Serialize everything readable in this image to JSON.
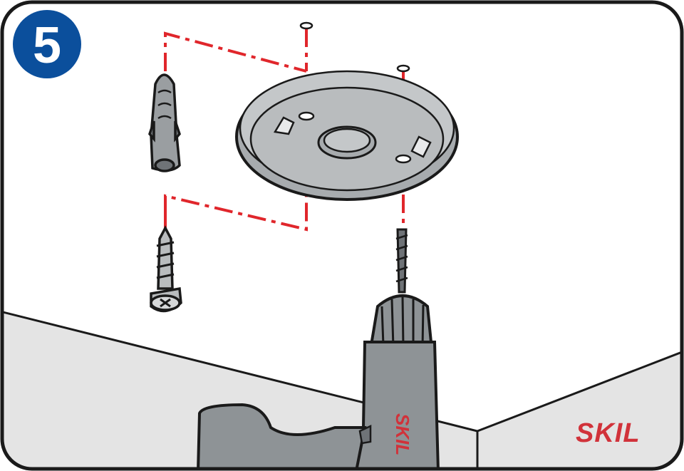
{
  "step": {
    "number": "5"
  },
  "brand": {
    "logo_text": "SKIL",
    "drill_text": "SKIL"
  },
  "colors": {
    "badge": "#0b4f9c",
    "accent_red": "#e0262b",
    "logo_red": "#d1323a",
    "wall": "#e4e4e4",
    "plate": "#b9bcbe",
    "drill": "#8e9396"
  }
}
